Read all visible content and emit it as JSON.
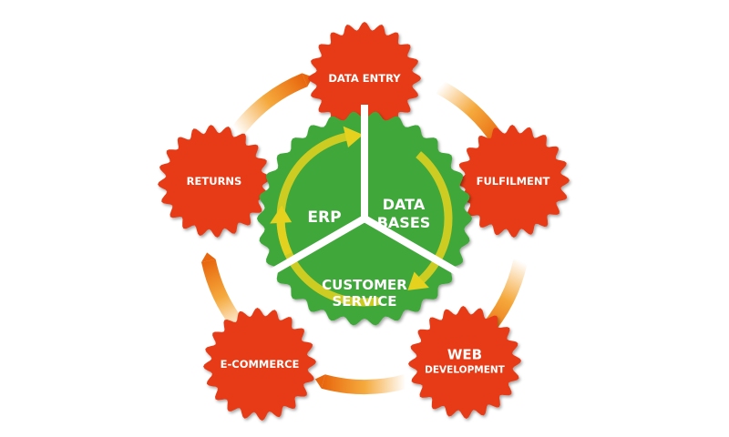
{
  "diagram": {
    "colors": {
      "outer_gear": "#E63A14",
      "outer_gear_shadow": "#9E2008",
      "center_gear": "#3FA83A",
      "center_gear_shadow": "#236E1F",
      "connector_start": "#F39A1A",
      "connector_end": "#E8660E",
      "inner_arrow": "#E5D21F",
      "text": "#FFFFFF"
    },
    "center": {
      "segments": [
        {
          "id": "erp",
          "lines": [
            "ERP"
          ]
        },
        {
          "id": "data-bases",
          "lines": [
            "DATA",
            "BASES"
          ]
        },
        {
          "id": "customer-service",
          "lines": [
            "CUSTOMER",
            "SERVICE"
          ]
        }
      ]
    },
    "outer": [
      {
        "id": "data-entry",
        "lines": [
          "DATA ENTRY"
        ]
      },
      {
        "id": "fulfilment",
        "lines": [
          "FULFILMENT"
        ]
      },
      {
        "id": "web-development",
        "lines": [
          "WEB",
          "DEVELOPMENT"
        ]
      },
      {
        "id": "e-commerce",
        "lines": [
          "E-COMMERCE"
        ]
      },
      {
        "id": "returns",
        "lines": [
          "RETURNS"
        ]
      }
    ]
  }
}
